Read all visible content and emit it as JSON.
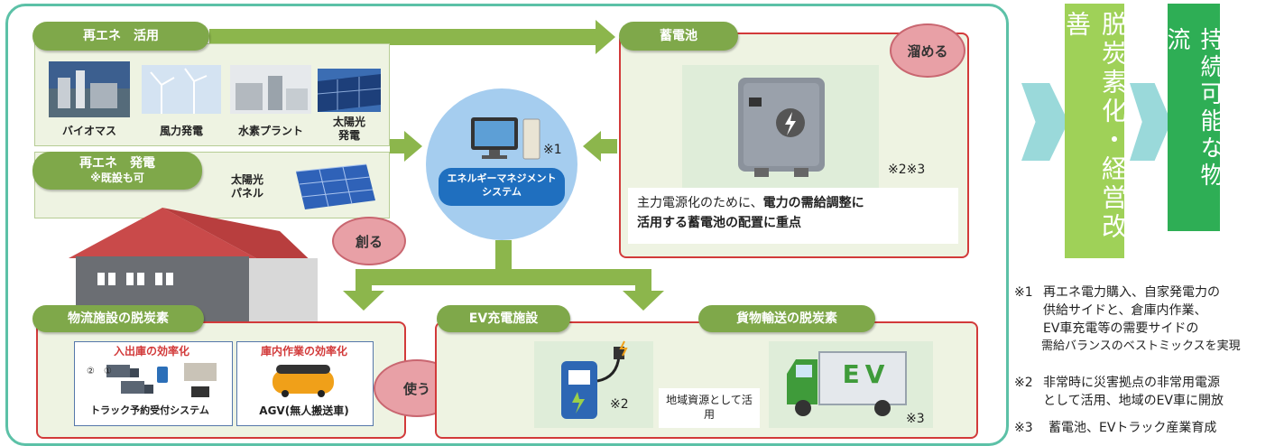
{
  "renewable_use": {
    "title": "再エネ　活用",
    "items": [
      "バイオマス",
      "風力発電",
      "水素プラント",
      "太陽光\n発電"
    ]
  },
  "renewable_gen": {
    "title": "再エネ　発電",
    "subtitle": "※既設も可",
    "panel_label": "太陽光\nパネル",
    "bubble": "創る"
  },
  "ems": {
    "label": "エネルギーマネジメント\nシステム",
    "note_mark": "※1"
  },
  "battery": {
    "title": "蓄電池",
    "bubble": "溜める",
    "note_mark": "※2※3",
    "desc_prefix": "主力電源化のために、",
    "desc_bold1": "電力の需給調整に",
    "desc_bold2": "活用する蓄電池の配置に重点"
  },
  "logistics": {
    "title": "物流施設の脱炭素",
    "bubble": "使う",
    "panel1_title": "入出庫の効率化",
    "panel1_caption": "トラック予約受付システム",
    "panel1_steps": "②　①",
    "panel2_title": "庫内作業の効率化",
    "panel2_caption": "AGV(無人搬送車)"
  },
  "ev": {
    "title": "EV充電施設",
    "note_mark": "※2",
    "local_text": "地域資源として活\n用"
  },
  "cargo": {
    "title": "貨物輸送の脱炭素",
    "truck_text": "EV",
    "note_mark": "※3"
  },
  "results": {
    "first": "脱炭素化・経営改善",
    "second": "持続可能な物流"
  },
  "notes": [
    {
      "mark": "※1",
      "lines": [
        "再エネ電力購入、自家発電力の",
        "供給サイドと、倉庫内作業、",
        "EV車充電等の需要サイドの",
        "需給バランスのベストミックスを実現"
      ]
    },
    {
      "mark": "※2",
      "lines": [
        "非常時に災害拠点の非常用電源",
        "として活用、地域のEV車に開放"
      ]
    },
    {
      "mark": "※3",
      "lines": [
        "蓄電池、EVトラック産業育成"
      ]
    }
  ],
  "colors": {
    "green": "#7fa84a",
    "frame": "#5cc1a7",
    "red": "#d23a3a",
    "result_green": "#2eae55"
  }
}
